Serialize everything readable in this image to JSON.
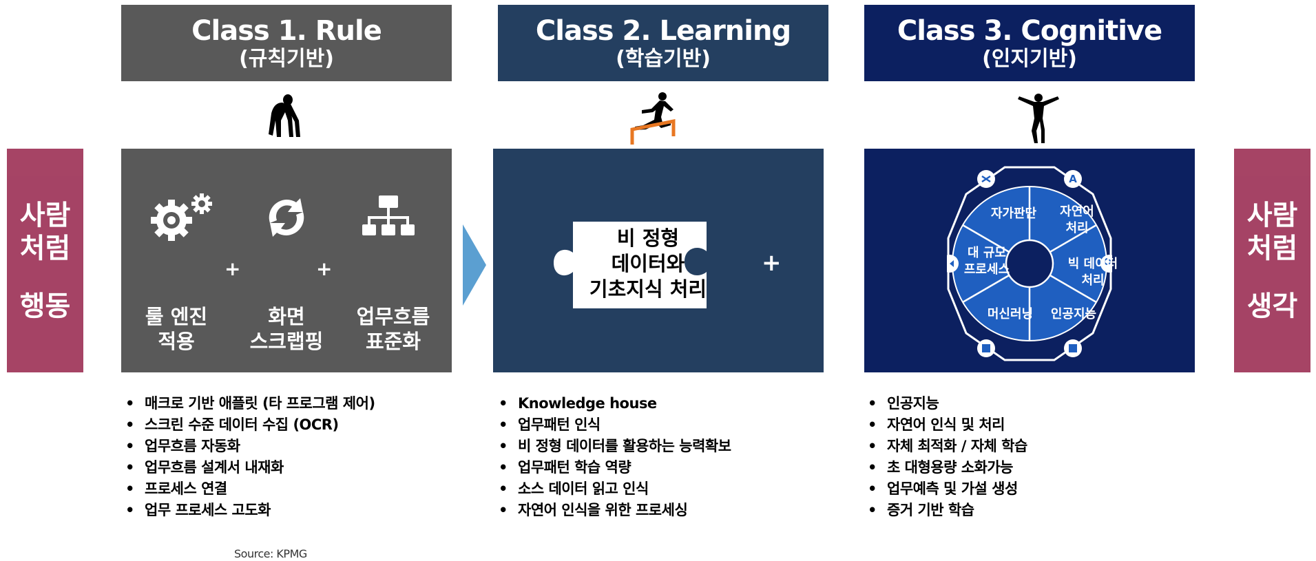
{
  "classes": [
    {
      "title": "Class 1. Rule",
      "subtitle": "(규칙기반)"
    },
    {
      "title": "Class 2. Learning",
      "subtitle": "(학습기반)"
    },
    {
      "title": "Class 3. Cognitive",
      "subtitle": "(인지기반)"
    }
  ],
  "left_side": {
    "line1": "사람",
    "line2": "처럼",
    "line3": "행동"
  },
  "right_side": {
    "line1": "사람",
    "line2": "처럼",
    "line3": "생각"
  },
  "rule_panel": {
    "items": [
      {
        "line1": "룰 엔진",
        "line2": "적용"
      },
      {
        "line1": "화면",
        "line2": "스크랩핑"
      },
      {
        "line1": "업무흐름",
        "line2": "표준화"
      }
    ],
    "plus": "+"
  },
  "learning_panel": {
    "puzzle_line1": "비 정형",
    "puzzle_line2": "데이터와",
    "puzzle_line3": "기초지식 처리",
    "plus": "+"
  },
  "cognitive_panel": {
    "segments": [
      "자가판단",
      "자연어 처리",
      "빅 데이터 처리",
      "인공지능",
      "머신러닝",
      "대 규모 프로세스"
    ]
  },
  "bullets": {
    "rule": [
      "매크로 기반 애플릿 (타 프로그램 제어)",
      "스크린 수준 데이터 수집 (OCR)",
      "업무흐름 자동화",
      "업무흐름 설계서 내재화",
      "프로세스 연결",
      "업무 프로세스 고도화"
    ],
    "learning": [
      "Knowledge house",
      "업무패턴 인식",
      "비 정형 데이터를 활용하는 능력확보",
      "업무패턴 학습 역량",
      "소스 데이터 읽고 인식",
      "자연어 인식을 위한 프로세싱"
    ],
    "cognitive": [
      "인공지능",
      "자연어 인식 및 처리",
      "자체 최적화 / 자체 학습",
      "초 대형용량 소화가능",
      "업무예측 및 가설 생성",
      "증거 기반 학습"
    ]
  },
  "source": "Source: KPMG",
  "colors": {
    "rule": "#595959",
    "learning": "#243f60",
    "cognitive": "#0c2060",
    "side": "#9e3458",
    "arrow": "#5b9fd1",
    "hurdle": "#e87722"
  }
}
